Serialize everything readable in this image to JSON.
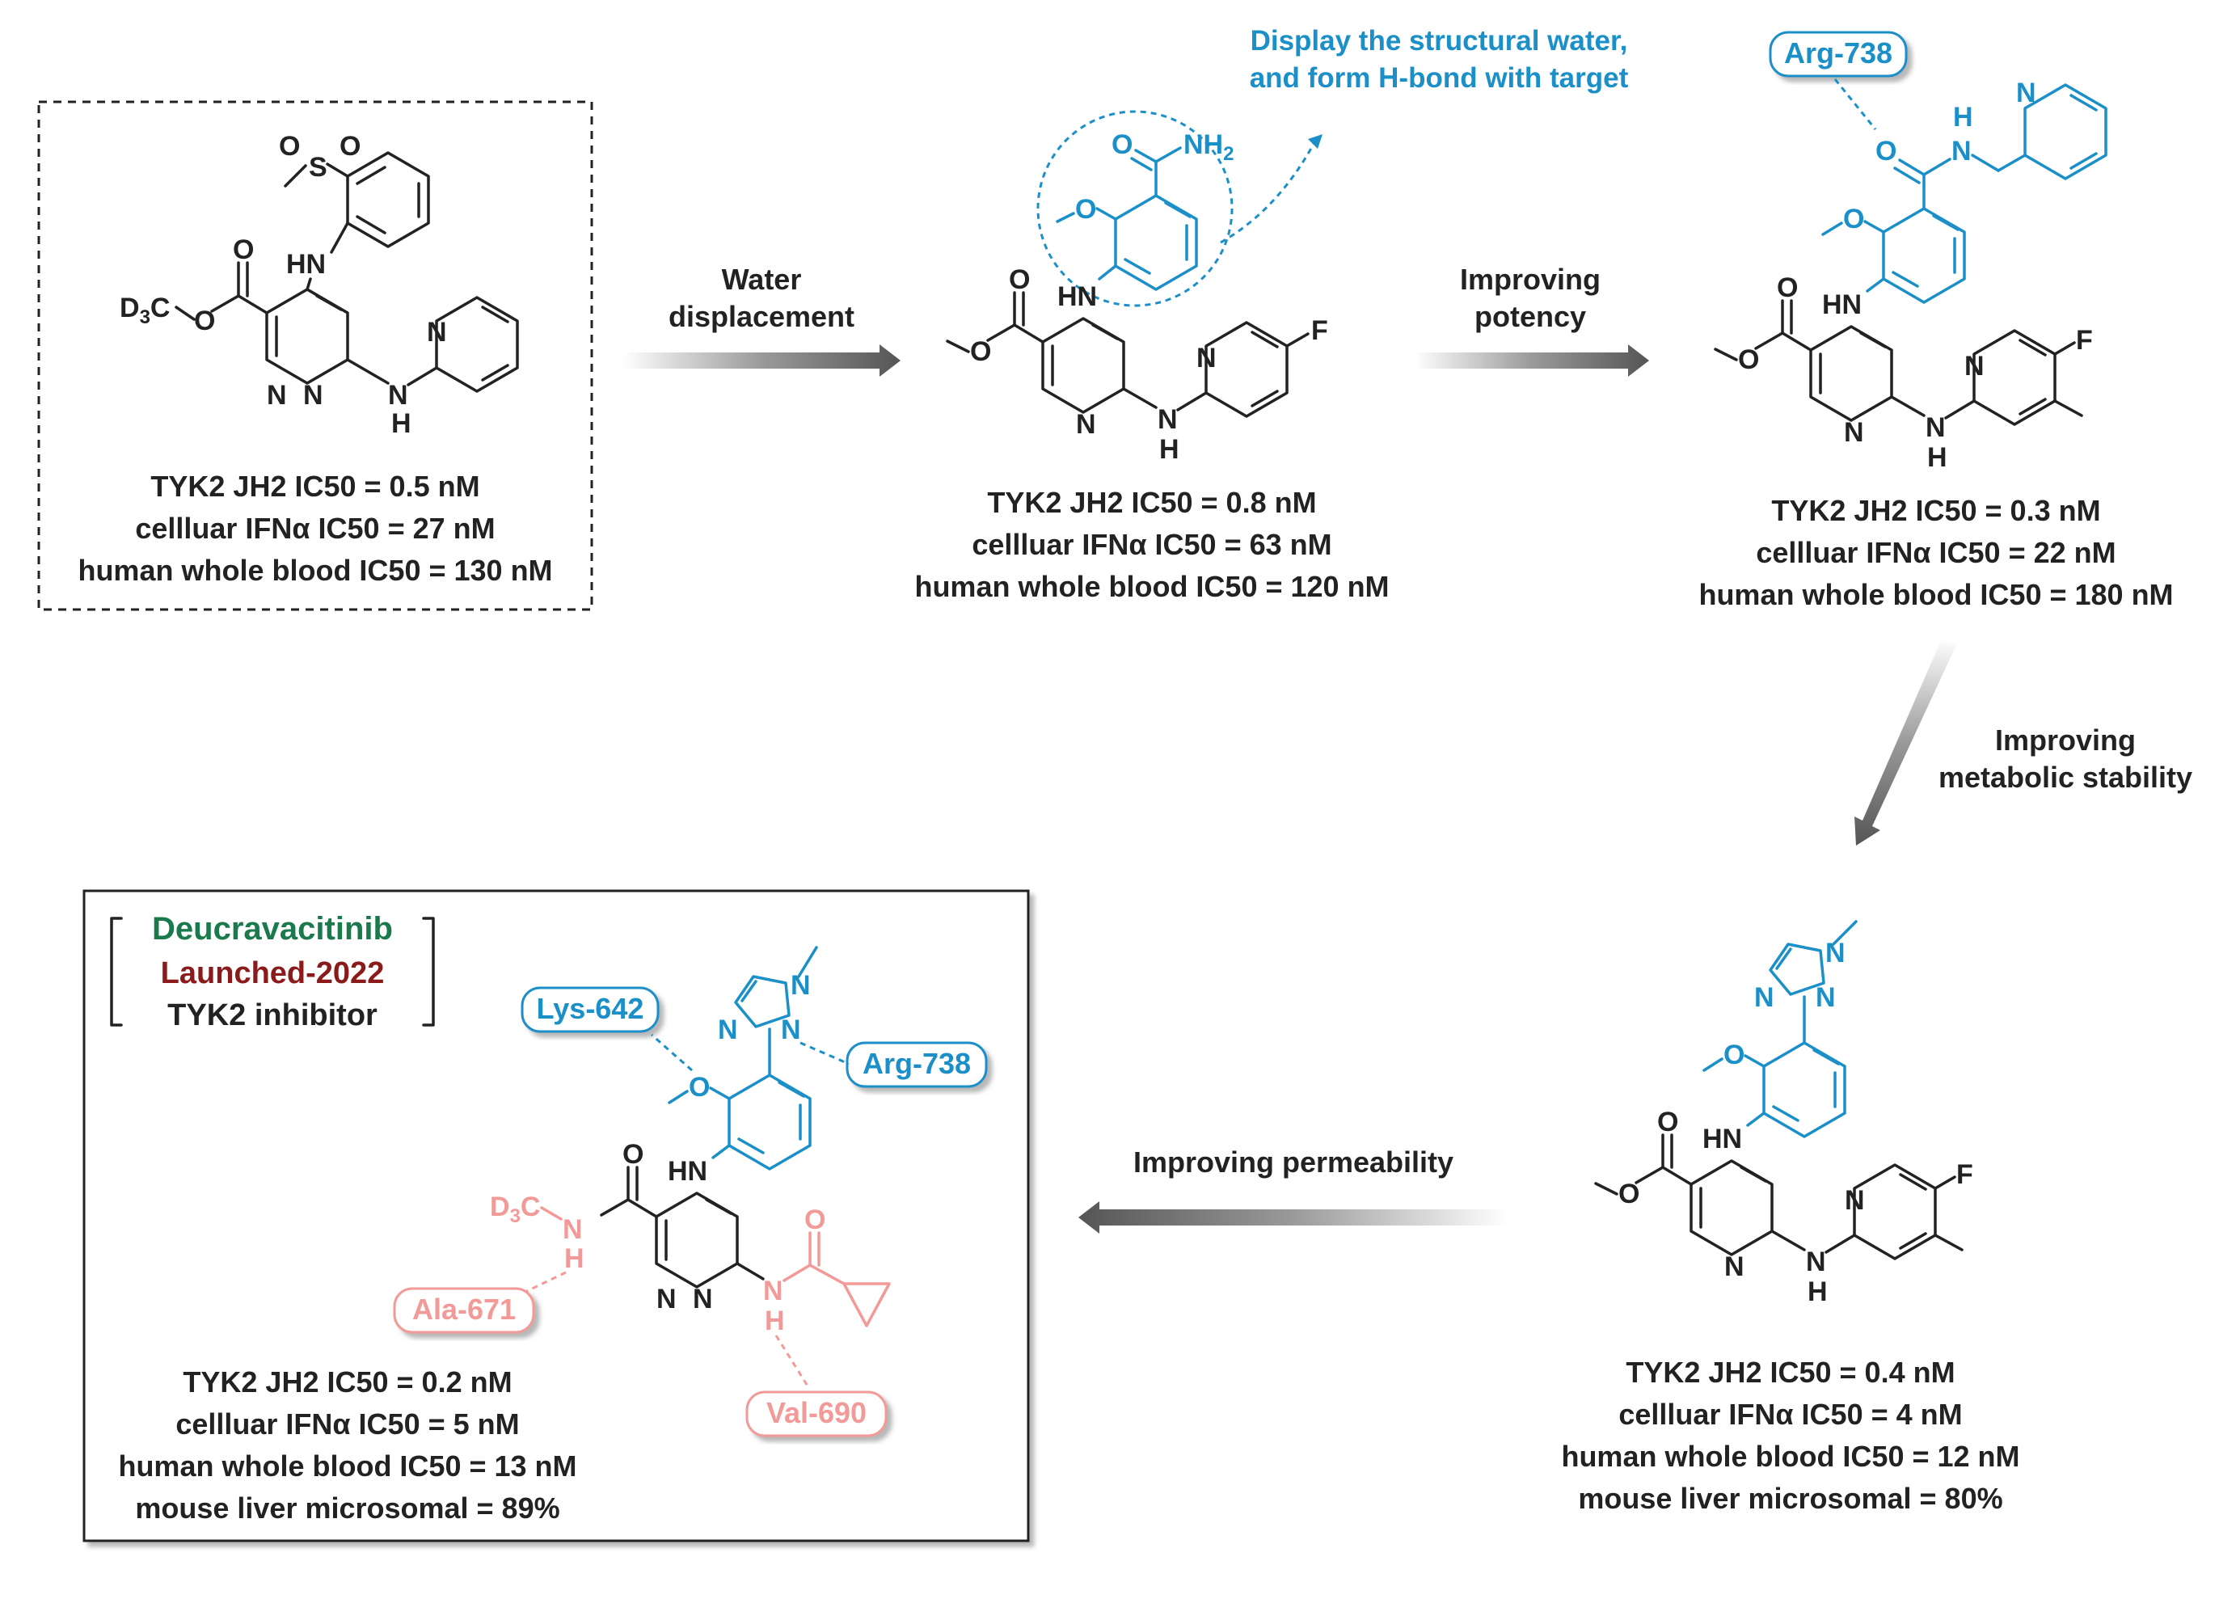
{
  "compounds": {
    "c1": {
      "props": [
        "TYK2 JH2 IC50 = 0.5 nM",
        "cellluar IFNα IC50 = 27 nM",
        "human whole blood IC50 = 130 nM"
      ]
    },
    "c2": {
      "props": [
        "TYK2 JH2 IC50 = 0.8 nM",
        "cellluar IFNα IC50 = 63 nM",
        "human whole blood IC50 = 120 nM"
      ]
    },
    "c3": {
      "props": [
        "TYK2 JH2 IC50 = 0.3 nM",
        "cellluar IFNα IC50 = 22 nM",
        "human whole blood IC50 = 180 nM"
      ]
    },
    "c4": {
      "props": [
        "TYK2 JH2 IC50 = 0.4 nM",
        "cellluar IFNα IC50 = 4 nM",
        "human whole blood IC50 = 12 nM",
        "mouse liver microsomal = 80%"
      ]
    },
    "c5": {
      "props": [
        "TYK2 JH2 IC50 = 0.2 nM",
        "cellluar IFNα IC50 = 5 nM",
        "human whole blood IC50 = 13 nM",
        "mouse liver microsomal = 89%"
      ]
    }
  },
  "steps": {
    "s1": [
      "Water",
      "displacement"
    ],
    "s2": [
      "Improving",
      "potency"
    ],
    "s3": [
      "Improving",
      "metabolic stability"
    ],
    "s4": [
      "Improving permeability"
    ]
  },
  "note": [
    "Display the structural water,",
    "and form H-bond with target"
  ],
  "residues": {
    "arg738_a": "Arg-738",
    "lys642": "Lys-642",
    "arg738_b": "Arg-738",
    "ala671": "Ala-671",
    "val690": "Val-690"
  },
  "drug": {
    "name": "Deucravacitinib",
    "status": "Launched-2022",
    "class": "TYK2 inhibitor"
  },
  "colors": {
    "blue": "#1b8fc8",
    "pink": "#f29a98",
    "green": "#1a7a4c",
    "darkred": "#8b1a1a",
    "black": "#222222"
  }
}
